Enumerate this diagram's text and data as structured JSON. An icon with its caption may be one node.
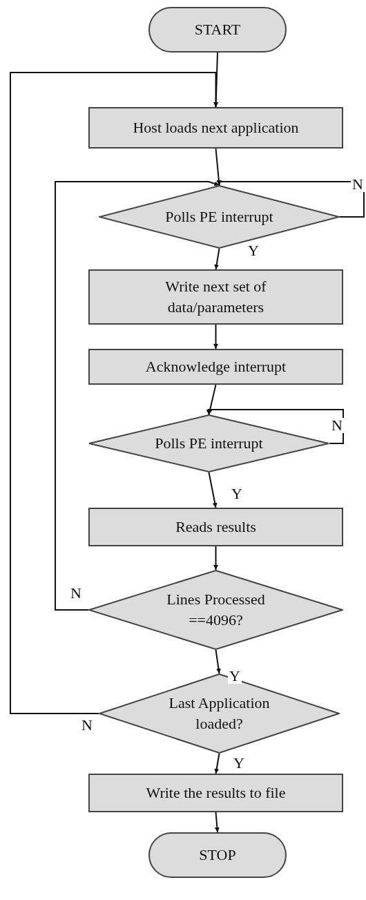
{
  "diagram": {
    "nodes": [
      {
        "text": [
          "START"
        ]
      },
      {
        "text": [
          "Host loads next application"
        ]
      },
      {
        "text": [
          "Polls PE interrupt"
        ]
      },
      {
        "text": [
          "Write next set of data/parameters"
        ]
      },
      {
        "text": [
          "Acknowledge interrupt"
        ]
      },
      {
        "text": [
          "Polls PE interrupt"
        ]
      },
      {
        "text": [
          "Reads results"
        ]
      },
      {
        "text": [
          "Lines Processed ==4096?"
        ]
      },
      {
        "text": [
          "Last Application loaded?"
        ]
      },
      {
        "text": [
          "Write the results to file"
        ]
      },
      {
        "text": [
          "STOP"
        ]
      }
    ],
    "edges": [
      {
        "from": 0,
        "to": 1,
        "arrow": "to"
      },
      {
        "from": 1,
        "to": 2,
        "arrow": "to"
      },
      {
        "from": 2,
        "to": 2,
        "arrow": "to",
        "label": "N"
      },
      {
        "from": 2,
        "to": 3,
        "arrow": "to",
        "label": "Y"
      },
      {
        "from": 3,
        "to": 4,
        "arrow": "to"
      },
      {
        "from": 4,
        "to": 5,
        "arrow": "to"
      },
      {
        "from": 5,
        "to": 5,
        "arrow": "to",
        "label": "N"
      },
      {
        "from": 5,
        "to": 6,
        "arrow": "to",
        "label": "Y"
      },
      {
        "from": 6,
        "to": 7,
        "arrow": "to"
      },
      {
        "from": 7,
        "to": 2,
        "arrow": "to",
        "label": "N"
      },
      {
        "from": 7,
        "to": 8,
        "arrow": "to",
        "label": "Y"
      },
      {
        "from": 8,
        "to": 1,
        "arrow": "to",
        "label": "N"
      },
      {
        "from": 8,
        "to": 9,
        "arrow": "to",
        "label": "Y"
      },
      {
        "from": 9,
        "to": 10,
        "arrow": "to"
      }
    ]
  }
}
